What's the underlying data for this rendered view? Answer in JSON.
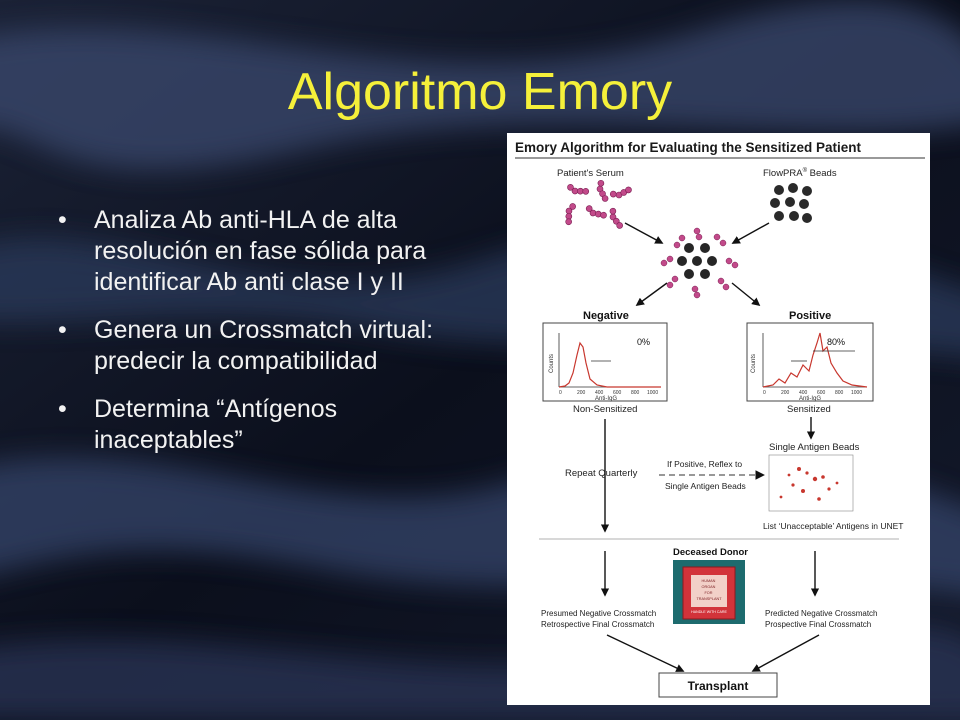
{
  "slide": {
    "title": "Algoritmo Emory",
    "bullet_char": "•",
    "bullets": [
      "Analiza Ab anti-HLA de alta resolución en fase sólida para identificar Ab anti clase I y II",
      "Genera un Crossmatch virtual:  predecir la compatibilidad",
      "Determina “Antígenos inaceptables”"
    ],
    "colors": {
      "title": "#f5f03a",
      "text": "#f2f2f2",
      "background": "#0a0d1a"
    }
  },
  "figure": {
    "title": "Emory Algorithm for Evaluating the Sensitized Patient",
    "serum_label": "Patient's Serum",
    "beads_label": "FlowPRA",
    "beads_reg": "®",
    "beads_suffix": " Beads",
    "negative_label": "Negative",
    "positive_label": "Positive",
    "neg_percent": "0%",
    "pos_percent": "80%",
    "counts_label": "Counts",
    "anti_igg_label": "Anti-IgG",
    "x_ticks": [
      "0",
      "200",
      "400",
      "600",
      "800",
      "1000"
    ],
    "non_sensitized": "Non-Sensitized",
    "sensitized": "Sensitized",
    "single_antigen_beads": "Single Antigen Beads",
    "repeat_quarterly": "Repeat Quarterly",
    "reflex_line1": "If Positive, Reflex to",
    "reflex_line2": "Single Antigen Beads",
    "unacceptable": "List ‘Unacceptable’ Antigens in UNET",
    "deceased_donor": "Deceased Donor",
    "organ_box_lines": [
      "HUMAN",
      "ORGAN",
      "FOR",
      "TRANSPLANT"
    ],
    "handle_with_care": "HANDLE WITH CARE",
    "presumed_line1": "Presumed Negative Crossmatch",
    "presumed_line2": "Retrospective Final Crossmatch",
    "predicted_line1": "Predicted Negative Crossmatch",
    "predicted_line2": "Prospective Final Crossmatch",
    "transplant": "Transplant"
  }
}
